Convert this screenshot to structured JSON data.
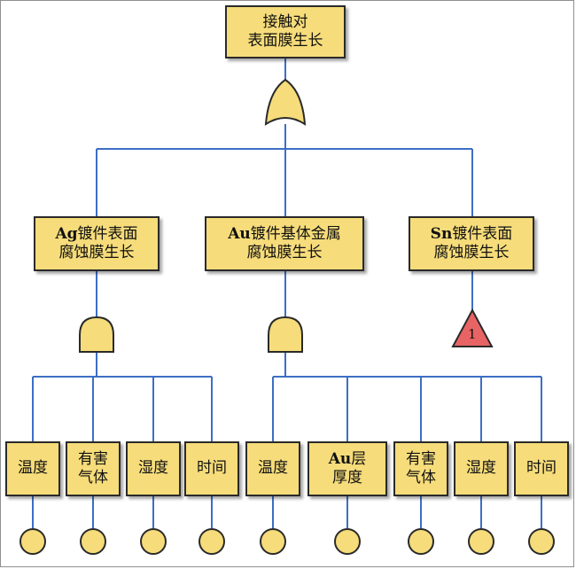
{
  "top": {
    "line1": "接触对",
    "line2": "表面膜生长"
  },
  "mid": [
    {
      "latin": "Ag",
      "rest1": "镀件表面",
      "line2": "腐蚀膜生长"
    },
    {
      "latin": "Au",
      "rest1": "镀件基体金属",
      "line2": "腐蚀膜生长"
    },
    {
      "latin": "Sn",
      "rest1": "镀件表面",
      "line2": "腐蚀膜生长"
    }
  ],
  "transfer_symbol": "1",
  "leaves": [
    {
      "line1": "温度",
      "line2": ""
    },
    {
      "line1": "有害",
      "line2": "气体"
    },
    {
      "line1": "湿度",
      "line2": ""
    },
    {
      "line1": "时间",
      "line2": ""
    },
    {
      "line1": "温度",
      "line2": ""
    },
    {
      "latin": "Au",
      "rest1": "层",
      "line2": "厚度"
    },
    {
      "line1": "有害",
      "line2": "气体"
    },
    {
      "line1": "湿度",
      "line2": ""
    },
    {
      "line1": "时间",
      "line2": ""
    }
  ],
  "colors": {
    "fill": "#f6dc7a",
    "wire": "#3d6fc4",
    "outline": "#2a2a2a",
    "transfer": "#e86464"
  }
}
